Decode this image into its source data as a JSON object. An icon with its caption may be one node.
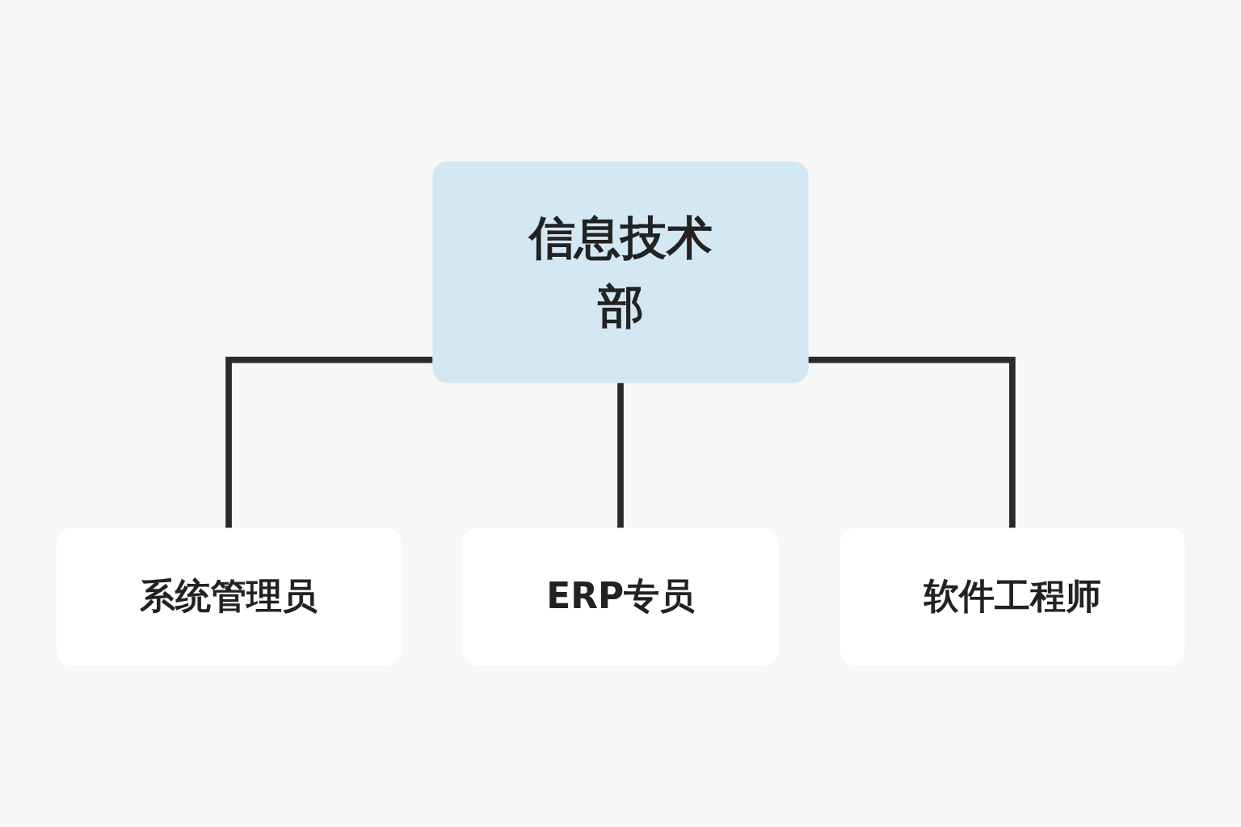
{
  "diagram": {
    "nodes": [
      {
        "text": [
          "信息技术部"
        ]
      },
      {
        "text": [
          "系统管理员"
        ]
      },
      {
        "text": [
          "ERP专员"
        ]
      },
      {
        "text": [
          "软件工程师"
        ]
      }
    ],
    "edges": [
      {
        "from": 0,
        "to": 1,
        "arrow": "none"
      },
      {
        "from": 0,
        "to": 2,
        "arrow": "none"
      },
      {
        "from": 0,
        "to": 3,
        "arrow": "none"
      }
    ]
  }
}
